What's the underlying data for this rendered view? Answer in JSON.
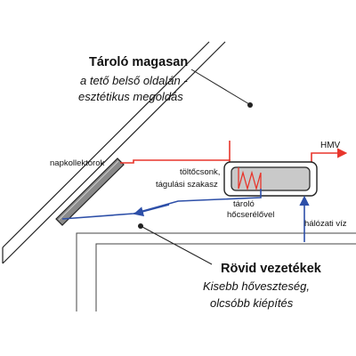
{
  "top_callout": {
    "title": "Tároló magasan",
    "line1": "a tető belső oldalán -",
    "line2": "esztétikus megoldás"
  },
  "labels": {
    "collectors": "napkollektorok",
    "expansion_line1": "töltőcsonk,",
    "expansion_line2": "tágulási szakasz",
    "tank_line1": "tároló",
    "tank_line2": "hőcserélővel",
    "hmv": "HMV",
    "mains": "hálózati víz"
  },
  "bottom_callout": {
    "title": "Rövid vezetékek",
    "line1": "Kisebb hőveszteség,",
    "line2": "olcsóbb kiépítés"
  },
  "colors": {
    "hot_pipe": "#e8352b",
    "cold_pipe": "#2d4fa8",
    "structure": "#222222",
    "collector_fill": "#8a8a8a",
    "tank_fill": "#c9c9c9"
  }
}
